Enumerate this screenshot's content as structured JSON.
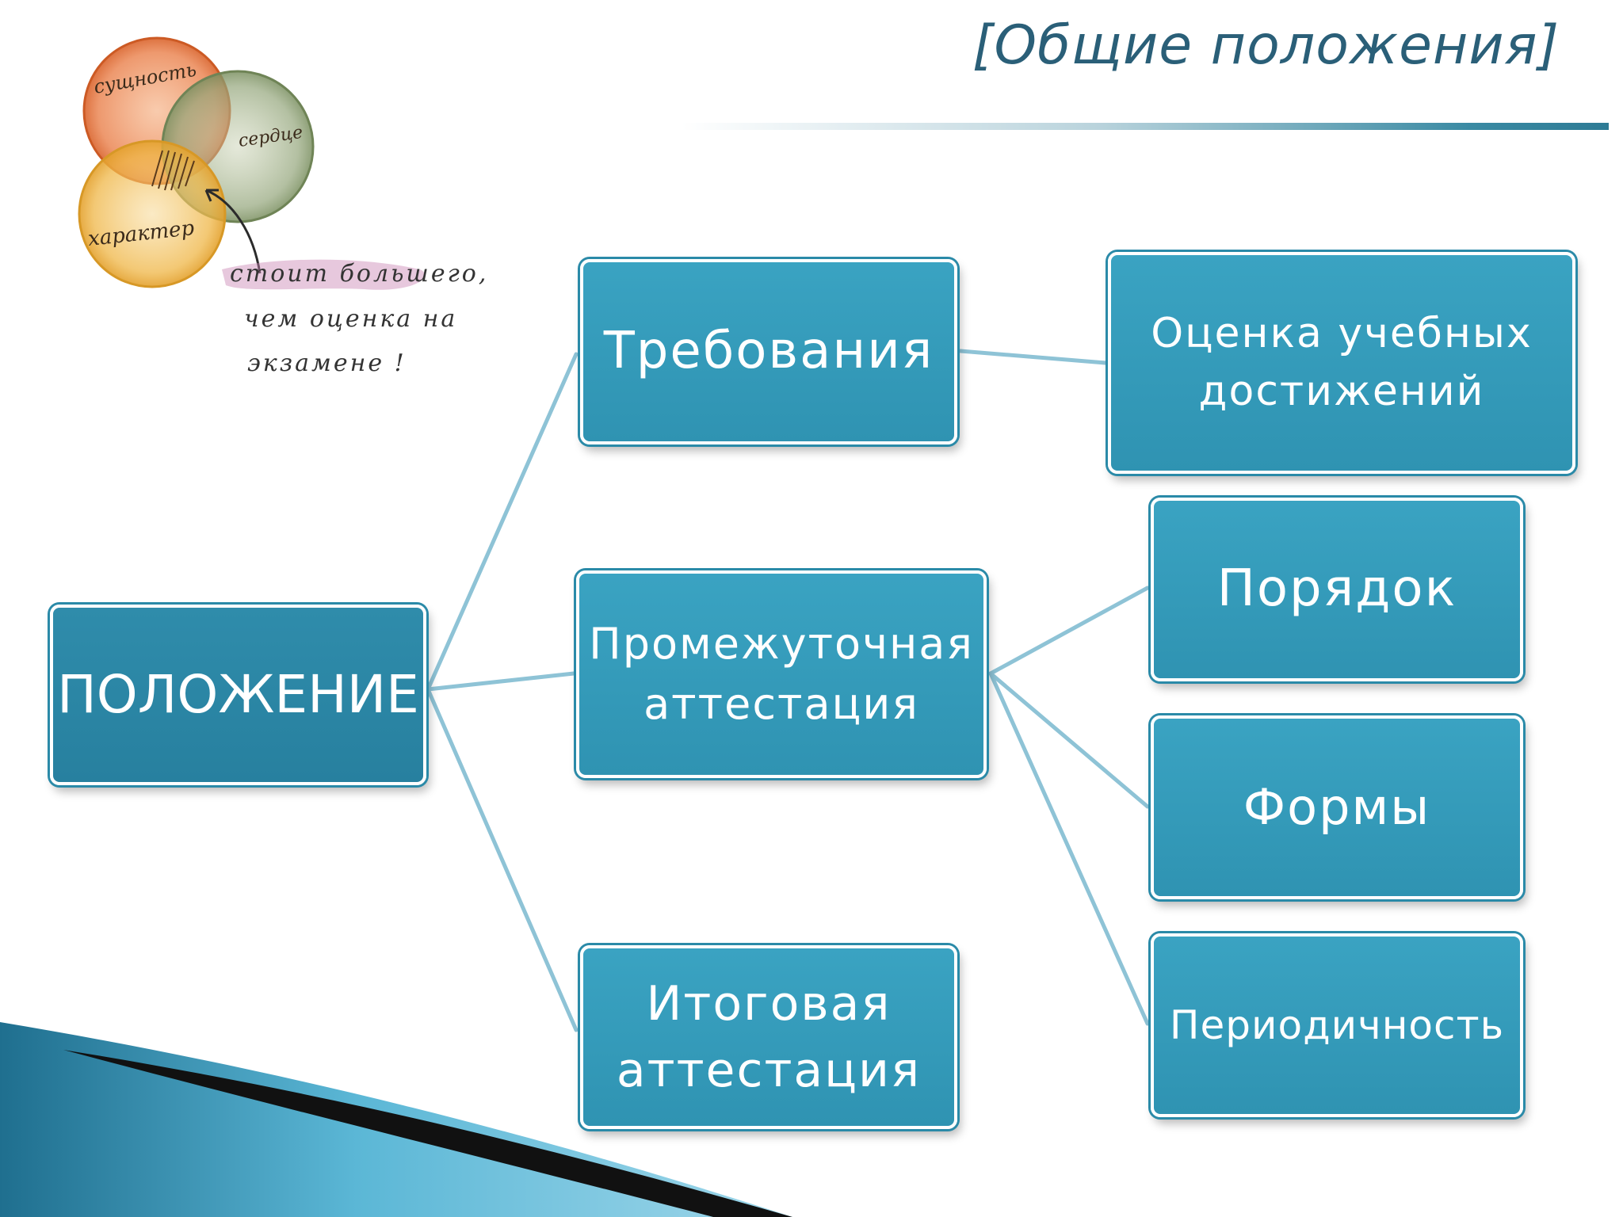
{
  "slide_title": "[Общие положения]",
  "doodle": {
    "circle_labels": [
      "сущность",
      "сердце",
      "характер"
    ],
    "note_lines": [
      "стоит большего,",
      "чем оценка на",
      "экзамене !"
    ]
  },
  "diagram": {
    "root": "ПОЛОЖЕНИЕ",
    "requirements": "Требования",
    "assessment_line1": "Оценка учебных",
    "assessment_line2": "достижений",
    "intermediate_line1": "Промежуточная",
    "intermediate_line2": "аттестация",
    "final_line1": "Итоговая",
    "final_line2": "аттестация",
    "order": "Порядок",
    "forms": "Формы",
    "periodicity": "Периодичность"
  },
  "colors": {
    "box_fill": "#3aa3c2",
    "box_fill_dark": "#2f8cab",
    "connector": "#8ec3d6",
    "title": "#2a5f78"
  }
}
